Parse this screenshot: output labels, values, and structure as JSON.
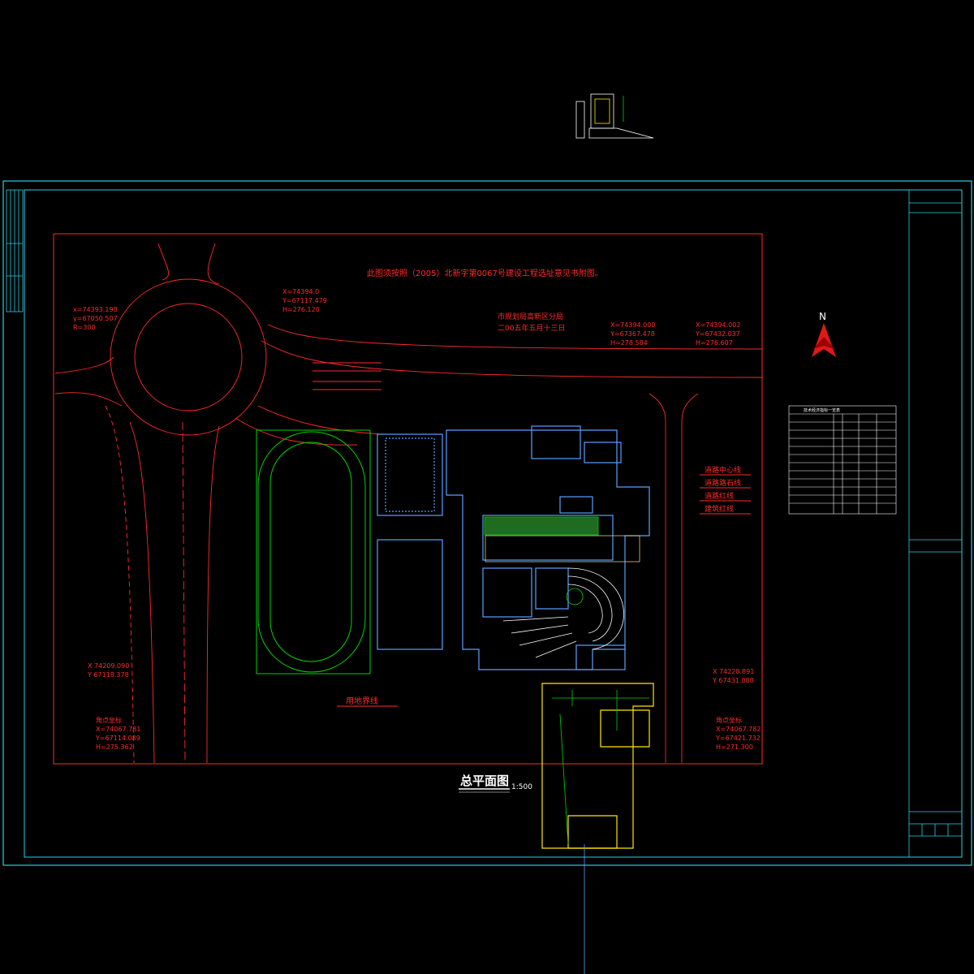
{
  "approval": {
    "notice": "此图须按照（2005）北新字第0067号建设工程选址意见书附图。",
    "bureau": "市规划局高新区分局",
    "date": "二00五年五月十三日"
  },
  "drawing_title": "总平面图",
  "scale": "1:500",
  "north_label": "N",
  "coords": {
    "top_left": {
      "x": "x=74393.198",
      "y": "y=67050.507",
      "r": "R=300"
    },
    "top_mid": {
      "x": "X=74394.0",
      "y": "Y=67117.479",
      "h": "H=276.120"
    },
    "top_right_a": {
      "x": "X=74394.000",
      "y": "Y=67367.478",
      "h": "H=278.584"
    },
    "top_right_b": {
      "x": "X=74394.002",
      "y": "Y=67432.037",
      "h": "H=276.607"
    },
    "bottom_left": {
      "x": "X 74209.090",
      "y": "Y 67118.378"
    },
    "bottom_right": {
      "x": "X 74228.891",
      "y": "Y 67431.088"
    },
    "corner_left": {
      "label": "角点坐标",
      "x": "X=74067.781",
      "y": "Y=67114.089",
      "h": "H=275.362"
    },
    "corner_right": {
      "label": "角点坐标",
      "x": "X=74067.782",
      "y": "Y=67421.732",
      "h": "H=271.300"
    }
  },
  "legend": [
    {
      "label": "道路中心线",
      "color": "#ff2a2a"
    },
    {
      "label": "道路路石线",
      "color": "#ff2a2a"
    },
    {
      "label": "道路红线",
      "color": "#ff2a2a"
    },
    {
      "label": "建筑红线",
      "color": "#ff2a2a"
    }
  ],
  "boundary_label": "用地界线",
  "table_title": "技术经济指标一览表",
  "colors": {
    "frame": "#22d3e6",
    "road": "#ff2a2a",
    "building": "#5aa0ff",
    "green": "#00d400",
    "yellow": "#ffe600",
    "white": "#ffffff"
  }
}
